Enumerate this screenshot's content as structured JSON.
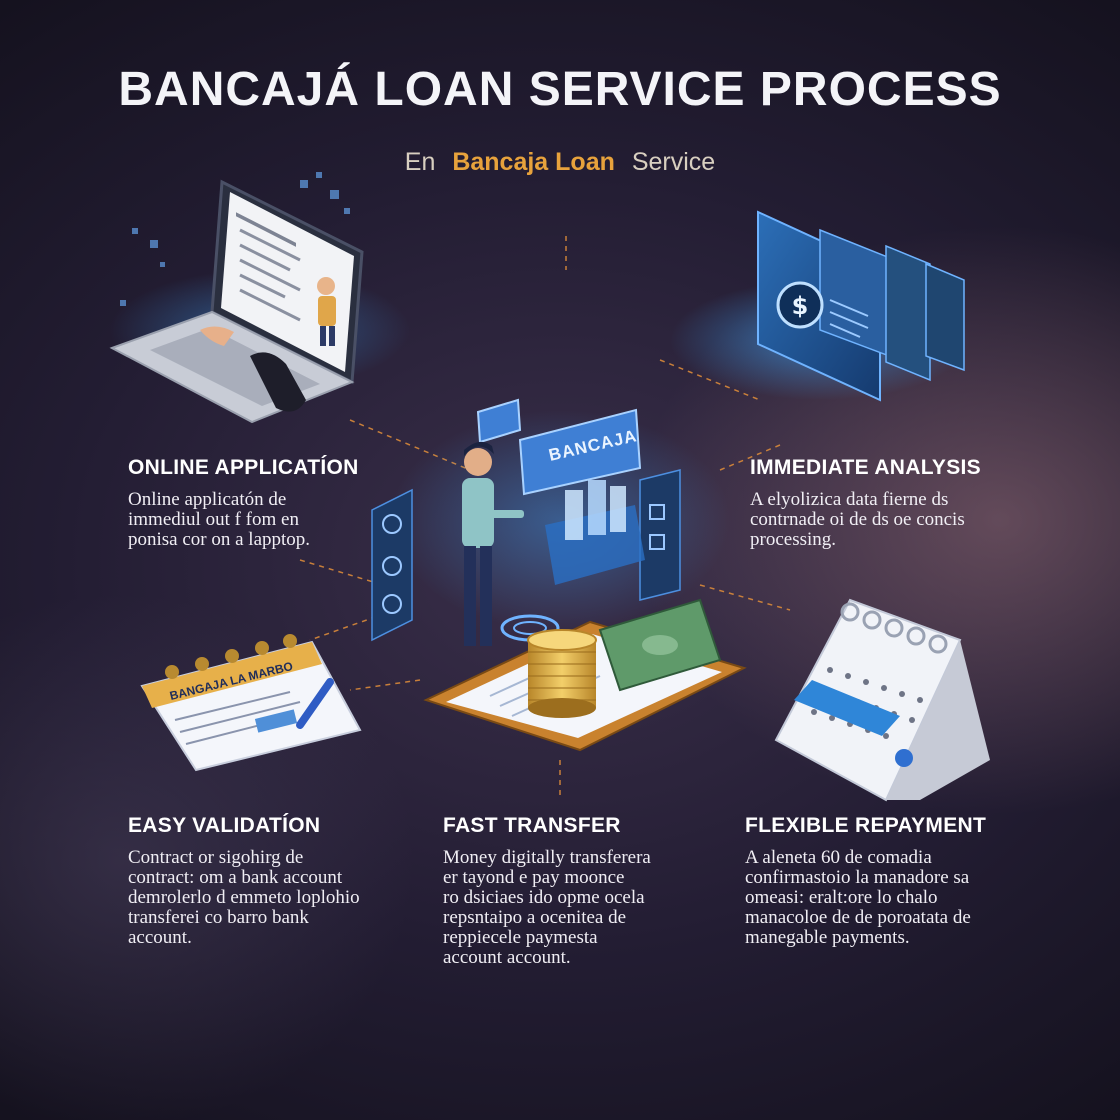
{
  "header": {
    "title": "BANCAJÁ LOAN SERVICE PROCESS",
    "subtitle_prefix": "En",
    "subtitle_brand": "Bancaja  Loan",
    "subtitle_suffix": "Service"
  },
  "center": {
    "sign_text": "BANCAJA"
  },
  "illustrations": {
    "calendar_header_text": "BANGAJA LA MARBO"
  },
  "steps": [
    {
      "heading": "ONLINE APPLICATÍON",
      "desc": "Online applicatón de\nimmediul out f fom en\nponisa cor on a lapptop."
    },
    {
      "heading": "IMMEDIATE ANALYSIS",
      "desc": "A elyolizica data fierne ds\ncontrnade oi de ds oe concis\nprocessing."
    },
    {
      "heading": "EASY VALIDATÍON",
      "desc": "Contract or sigohirg de\ncontract: om a bank account\ndemrolerlo d emmeto loplohio\ntransferei  co barro bank\naccount."
    },
    {
      "heading": "FAST TRANSFER",
      "desc": "Money digitally transferera\ner tayond e pay moonce\nro dsiciaes ido opme ocela\nrepsntaipo a ocenitea de\nreppiecele paymesta\naccount account."
    },
    {
      "heading": "FLEXIBLE REPAYMENT",
      "desc": "A aleneta 60 de comadia\nconfirmastoio la manadore sa\nomeasi: eralt:ore lo chalo\nmanacoloe de de poroatata de\nmanegable payments."
    }
  ],
  "colors": {
    "accent_orange": "#e7a23c",
    "glow_blue": "#3ea8ff",
    "card_orange": "#c9822e"
  }
}
